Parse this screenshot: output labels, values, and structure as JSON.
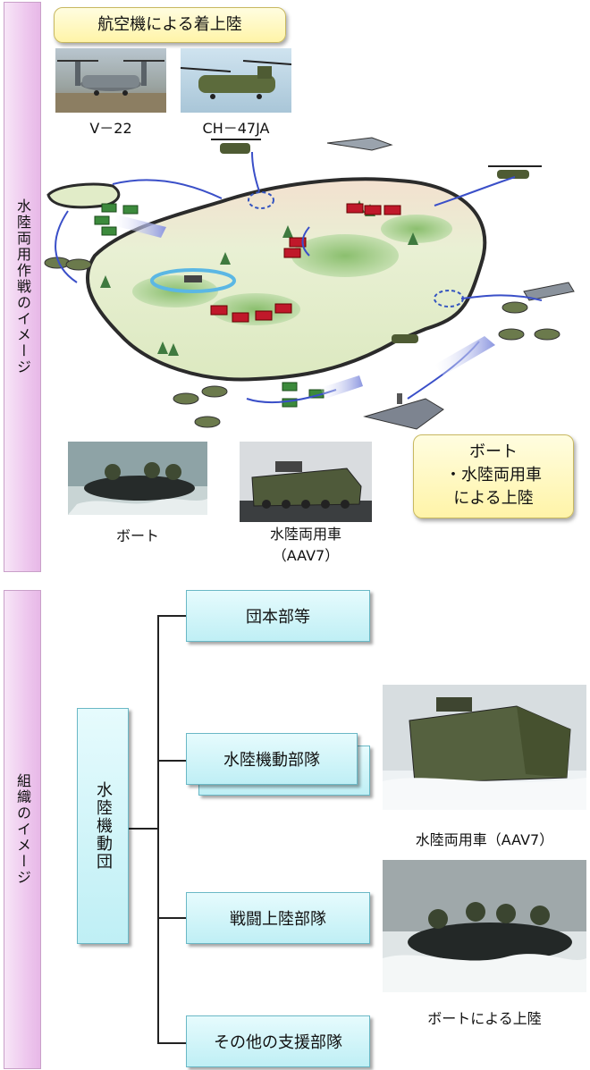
{
  "top_section": {
    "label": "水陸両用作戦のイメージ",
    "aircraft_callout": "航空機による着上陸",
    "aircraft_photo_1_caption": "V－22",
    "aircraft_photo_2_caption": "CH－47JA",
    "boat_callout_line1": "ボート",
    "boat_callout_line2": "・水陸両用車",
    "boat_callout_line3": "による上陸",
    "boat_photo_caption": "ボート",
    "aav_photo_caption_line1": "水陸両用車",
    "aav_photo_caption_line2": "（AAV7）"
  },
  "bottom_section": {
    "label": "組織のイメージ",
    "root": "水陸機動団",
    "units": [
      "団本部等",
      "水陸機動部隊",
      "戦闘上陸部隊",
      "その他の支援部隊"
    ],
    "aav_photo_caption": "水陸両用車（AAV7）",
    "boat_photo_caption": "ボートによる上陸"
  }
}
